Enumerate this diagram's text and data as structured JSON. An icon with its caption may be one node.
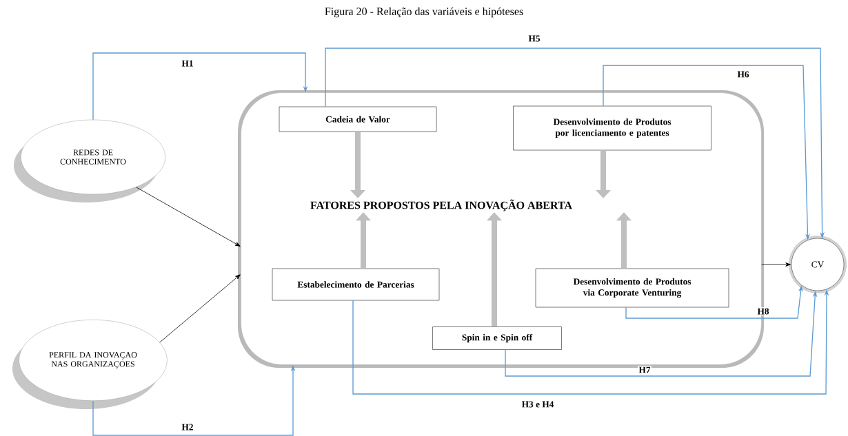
{
  "diagram": {
    "title": "Figura 20 - Relação das variáveis e hipóteses",
    "nodes": [
      {
        "text": [
          "REDES DE CONHECIMENTO"
        ]
      },
      {
        "text": [],
        "shape": "box"
      },
      {
        "text": [
          "Cadeia de Valor"
        ],
        "in": 1
      },
      {
        "text": [
          "Desenvolvimento de Produtos por licenciamento e patentes"
        ],
        "in": 1
      },
      {
        "text": [
          "FATORES PROPOSTOS PELA INOVAÇÃO ABERTA"
        ],
        "in": 1
      },
      {
        "text": [
          "Estabelecimento de Parcerias"
        ],
        "in": 1
      },
      {
        "text": [
          "Desenvolvimento de Produtos via Corporate Venturing"
        ],
        "in": 1
      },
      {
        "text": [
          "Spin in e Spin off"
        ],
        "in": 1
      },
      {
        "text": [
          "PERFIL DA INOVAÇAO NAS ORGANIZAÇOES"
        ]
      },
      {
        "text": [
          "CV"
        ]
      }
    ],
    "edges": [
      {
        "from": 0,
        "to": 1,
        "arrow": "to",
        "color": "#000000"
      },
      {
        "from": 8,
        "to": 1,
        "arrow": "to",
        "color": "#000000"
      },
      {
        "from": 0,
        "to": 1,
        "arrow": "to",
        "label": "H1"
      },
      {
        "from": 8,
        "to": 1,
        "arrow": "to",
        "label": "H2"
      },
      {
        "from": 2,
        "to": 9,
        "arrow": "to",
        "label": "H5"
      },
      {
        "from": 3,
        "to": 9,
        "arrow": "to",
        "label": "H6"
      },
      {
        "from": 5,
        "to": 9,
        "arrow": "to",
        "label": "H3 e H4"
      },
      {
        "from": 7,
        "to": 9,
        "arrow": "to",
        "label": "H7"
      },
      {
        "from": 6,
        "to": 9,
        "arrow": "to",
        "label": "H8"
      },
      {
        "from": 1,
        "to": 9,
        "arrow": "to",
        "color": "#000000"
      },
      {
        "from": 2,
        "to": 4,
        "arrow": "to",
        "style": "thick",
        "color": "#bfbfbf"
      },
      {
        "from": 3,
        "to": 4,
        "arrow": "to",
        "style": "thick",
        "color": "#bfbfbf"
      },
      {
        "from": 5,
        "to": 4,
        "arrow": "to",
        "style": "thick",
        "color": "#bfbfbf"
      },
      {
        "from": 6,
        "to": 4,
        "arrow": "to",
        "style": "thick",
        "color": "#bfbfbf"
      },
      {
        "from": 7,
        "to": 4,
        "arrow": "to",
        "style": "thick",
        "color": "#bfbfbf"
      }
    ]
  }
}
